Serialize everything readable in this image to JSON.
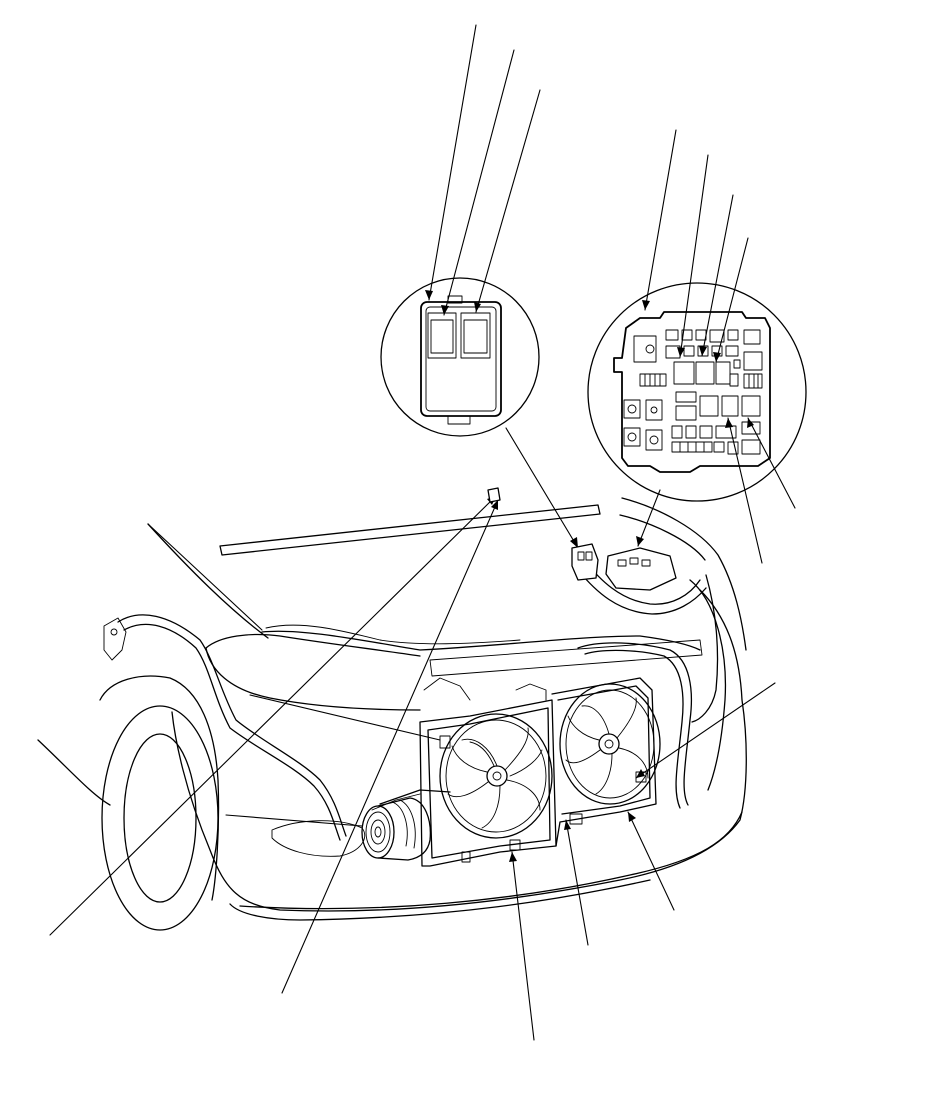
{
  "diagram": {
    "background": "#ffffff",
    "line_color": "#000000",
    "callout_labels": [],
    "parts": [
      {
        "id": "relay-box-detail",
        "icon": "relay-box-icon"
      },
      {
        "id": "fuse-relay-box-detail",
        "icon": "fuse-box-icon"
      },
      {
        "id": "radiator-fan-left",
        "icon": "fan-icon"
      },
      {
        "id": "condenser-fan-right",
        "icon": "fan-icon"
      },
      {
        "id": "ac-compressor-clutch",
        "icon": "compressor-icon"
      },
      {
        "id": "wiring-harness",
        "icon": "harness-icon"
      }
    ]
  }
}
